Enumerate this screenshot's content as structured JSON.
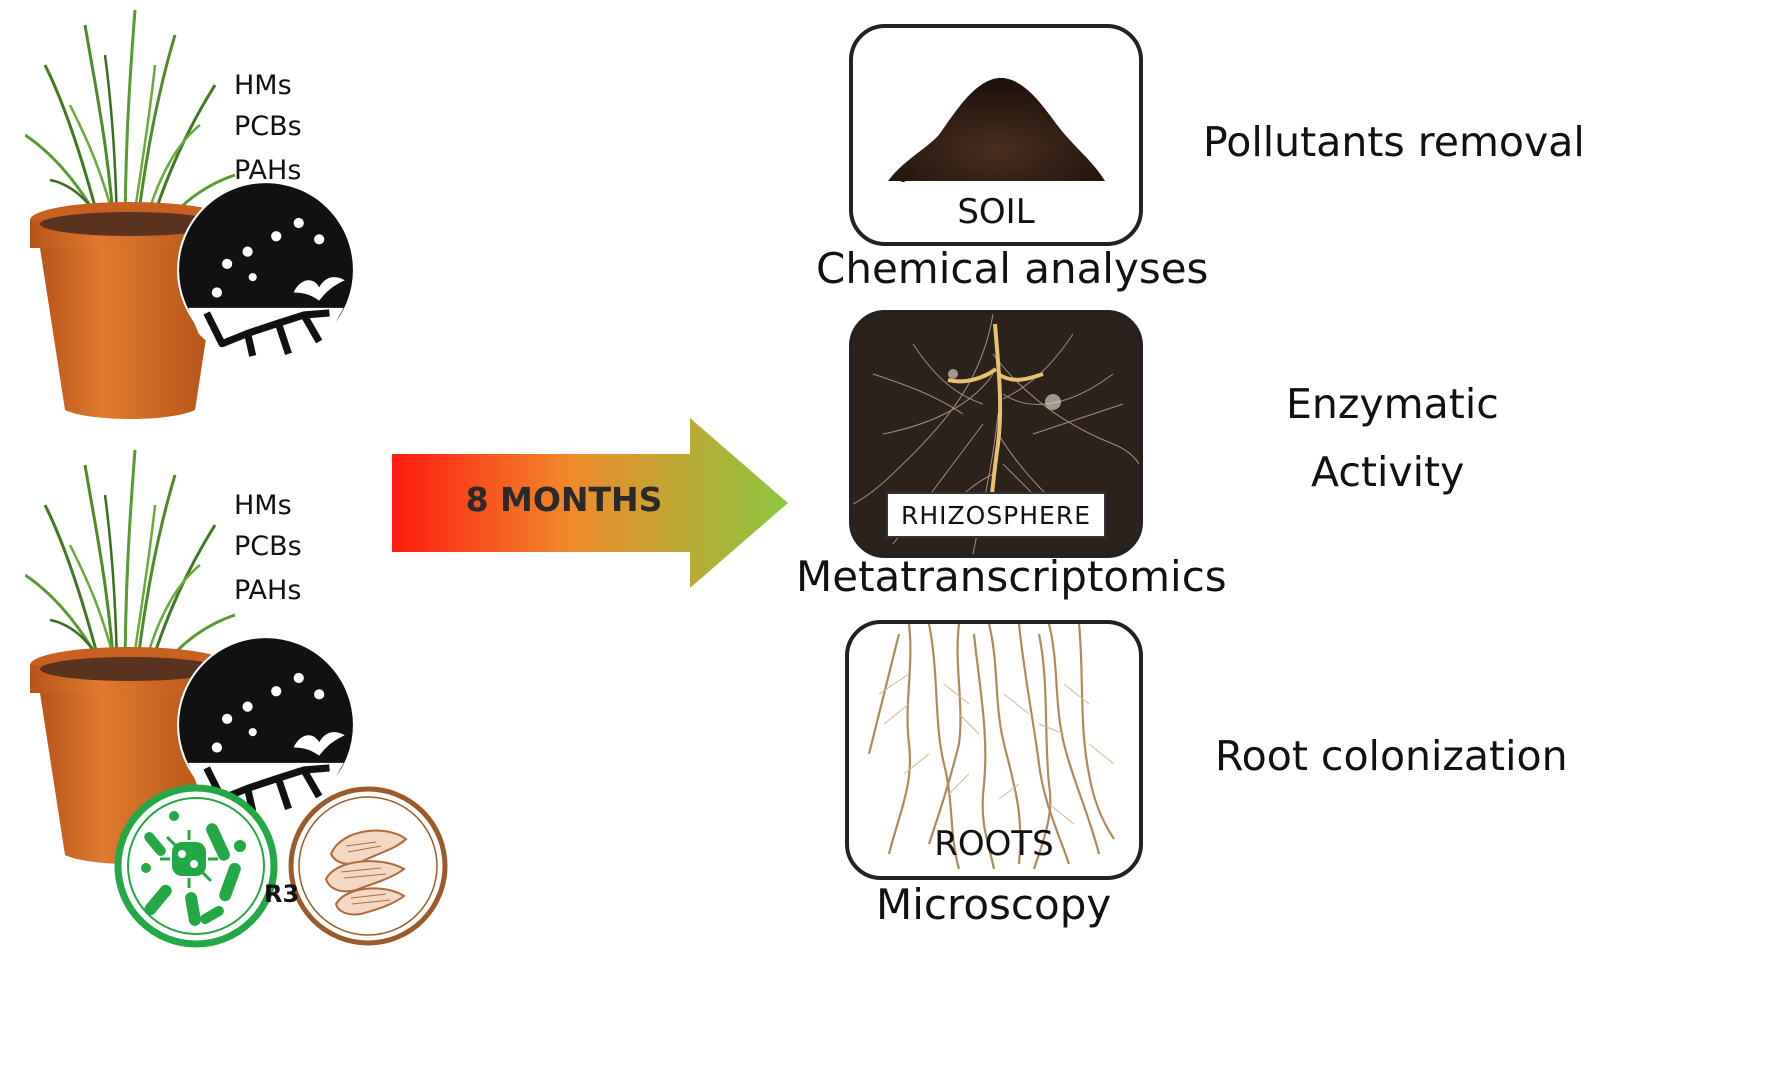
{
  "treatments": [
    {
      "pollutants": [
        "HMs",
        "PCBs",
        "PAHs"
      ]
    },
    {
      "pollutants": [
        "HMs",
        "PCBs",
        "PAHs"
      ],
      "inoculum_label": "R3"
    }
  ],
  "arrow": {
    "label": "8 MONTHS",
    "gradient": [
      "#ff1a10",
      "#8cc63f"
    ]
  },
  "samples": [
    {
      "caption": "SOIL",
      "method": "Chemical analyses",
      "result": "Pollutants removal"
    },
    {
      "caption": "RHIZOSPHERE",
      "method": "Metatranscriptomics",
      "result": [
        "Enzymatic",
        "Activity"
      ]
    },
    {
      "caption": "ROOTS",
      "method": "Microscopy",
      "result": "Root colonization"
    }
  ],
  "colors": {
    "pot": "#d2691e",
    "grass": "#4e8a2a",
    "bacteria": "#22a845",
    "fungi": "#9b5a2a",
    "soil": "#3b2418"
  },
  "icons": [
    "grass-icon",
    "flower-pot-icon",
    "contaminated-soil-icon",
    "bacteria-icon",
    "oyster-mushroom-icon",
    "soil-pile-icon",
    "rhizosphere-icon",
    "roots-icon"
  ]
}
